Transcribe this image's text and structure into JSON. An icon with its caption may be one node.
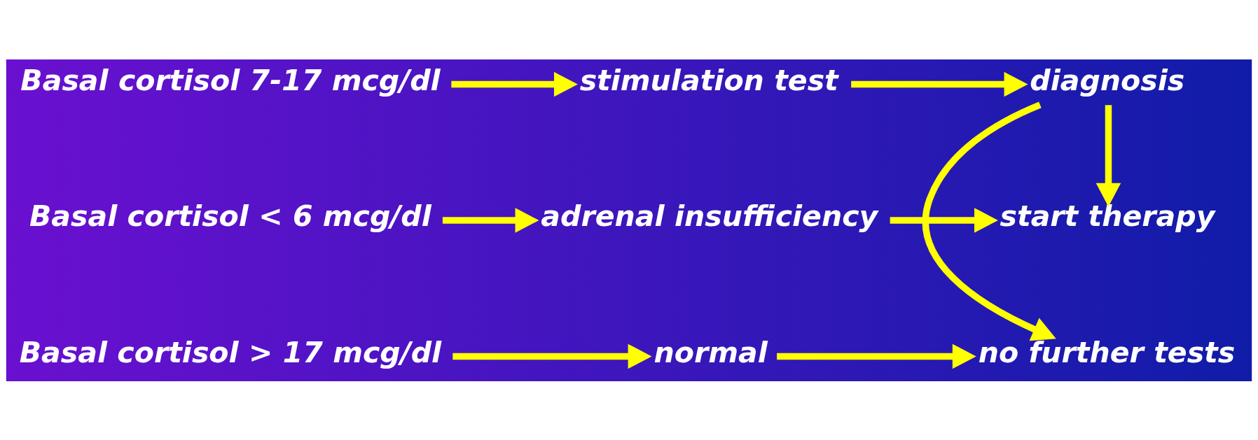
{
  "diagram": {
    "nodes": [
      {
        "text": [
          "Basal cortisol < 6 mcg/dl"
        ]
      },
      {
        "text": [
          "adrenal insufficiency"
        ]
      },
      {
        "text": [
          "start therapy"
        ]
      },
      {
        "text": [
          "Basal cortisol 7-17 mcg/dl"
        ]
      },
      {
        "text": [
          "stimulation test"
        ]
      },
      {
        "text": [
          "diagnosis"
        ]
      },
      {
        "text": [
          "Basal cortisol > 17 mcg/dl"
        ]
      },
      {
        "text": [
          "normal"
        ]
      },
      {
        "text": [
          "no further tests"
        ]
      }
    ],
    "edges": [
      {
        "from": 0,
        "to": 1,
        "arrow": "to"
      },
      {
        "from": 1,
        "to": 2,
        "arrow": "to"
      },
      {
        "from": 3,
        "to": 4,
        "arrow": "to"
      },
      {
        "from": 4,
        "to": 5,
        "arrow": "to"
      },
      {
        "from": 5,
        "to": 2,
        "arrow": "to"
      },
      {
        "from": 5,
        "to": 8,
        "arrow": "to"
      },
      {
        "from": 6,
        "to": 7,
        "arrow": "to"
      },
      {
        "from": 7,
        "to": 8,
        "arrow": "to"
      }
    ]
  }
}
